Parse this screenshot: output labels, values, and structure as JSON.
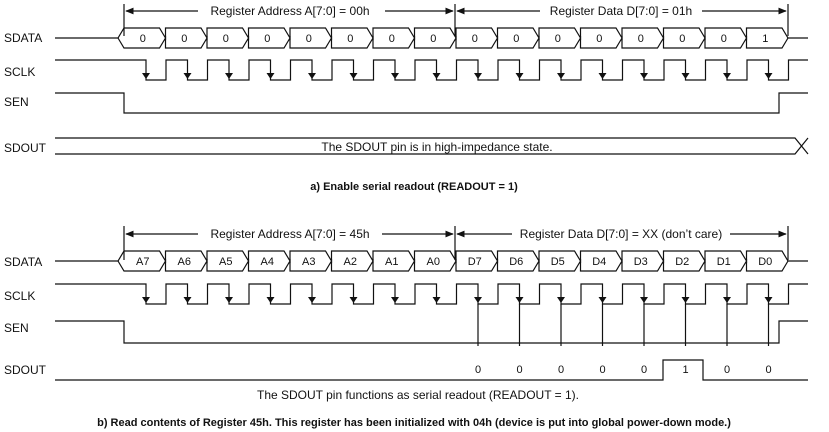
{
  "panel_a": {
    "sdata_label": "SDATA",
    "sclk_label": "SCLK",
    "sen_label": "SEN",
    "sdout_label": "SDOUT",
    "address_bus_label": "Register Address A[7:0] = 00h",
    "data_bus_label": "Register Data D[7:0] = 01h",
    "bits": [
      "0",
      "0",
      "0",
      "0",
      "0",
      "0",
      "0",
      "0",
      "0",
      "0",
      "0",
      "0",
      "0",
      "0",
      "0",
      "1"
    ],
    "sdout_note": "The SDOUT pin is in high-impedance state.",
    "caption": "a) Enable serial readout (READOUT = 1)"
  },
  "panel_b": {
    "sdata_label": "SDATA",
    "sclk_label": "SCLK",
    "sen_label": "SEN",
    "sdout_label": "SDOUT",
    "address_bus_label": "Register Address A[7:0] = 45h",
    "data_bus_label": "Register Data D[7:0] = XX (don’t care)",
    "bits": [
      "A7",
      "A6",
      "A5",
      "A4",
      "A3",
      "A2",
      "A1",
      "A0",
      "D7",
      "D6",
      "D5",
      "D4",
      "D3",
      "D2",
      "D1",
      "D0"
    ],
    "readout_values": [
      "0",
      "0",
      "0",
      "0",
      "0",
      "1",
      "0",
      "0"
    ],
    "sdout_note": "The SDOUT pin functions as serial readout (READOUT = 1).",
    "caption": "b) Read contents of Register 45h. This register has been initialized with 04h (device is put into global power-down mode.)"
  }
}
